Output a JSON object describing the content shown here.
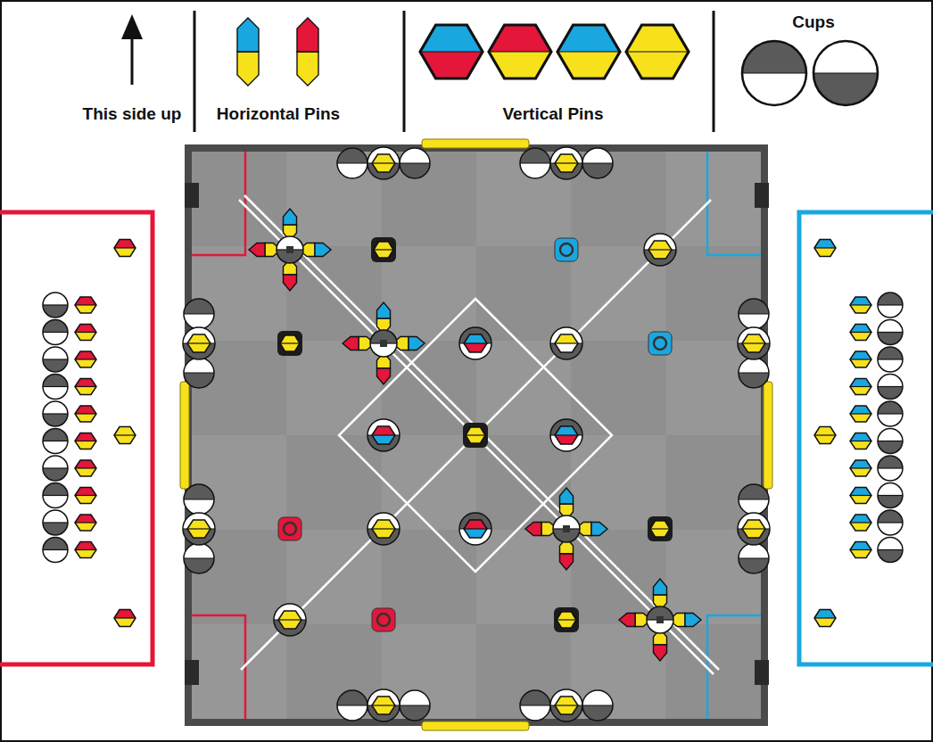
{
  "diagram": {
    "legend": [
      {
        "text": "This side up"
      },
      {
        "text": "Horizontal Pins"
      },
      {
        "text": "Vertical Pins"
      },
      {
        "text": "Cups"
      }
    ]
  }
}
